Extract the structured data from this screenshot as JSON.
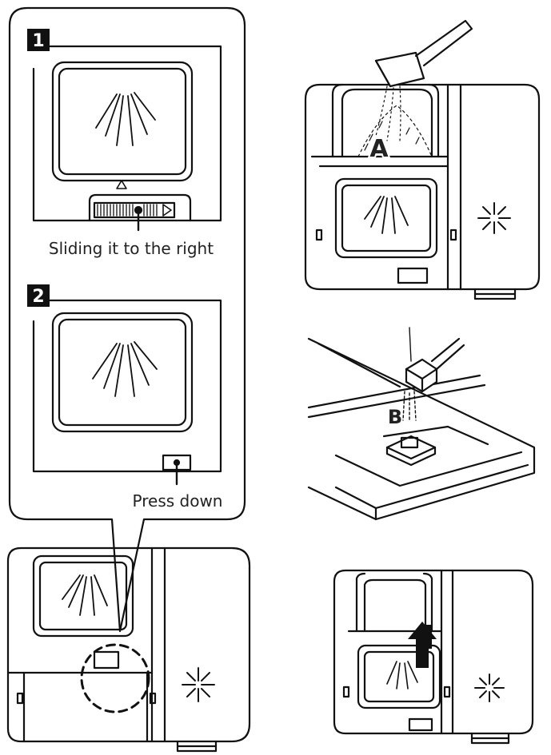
{
  "steps": [
    {
      "number": "1",
      "caption": "Sliding it to the right"
    },
    {
      "number": "2",
      "caption": "Press down"
    }
  ],
  "markers": {
    "a": "A",
    "b": "B"
  },
  "colors": {
    "line": "#111111",
    "background": "#ffffff",
    "badge": "#111111"
  }
}
